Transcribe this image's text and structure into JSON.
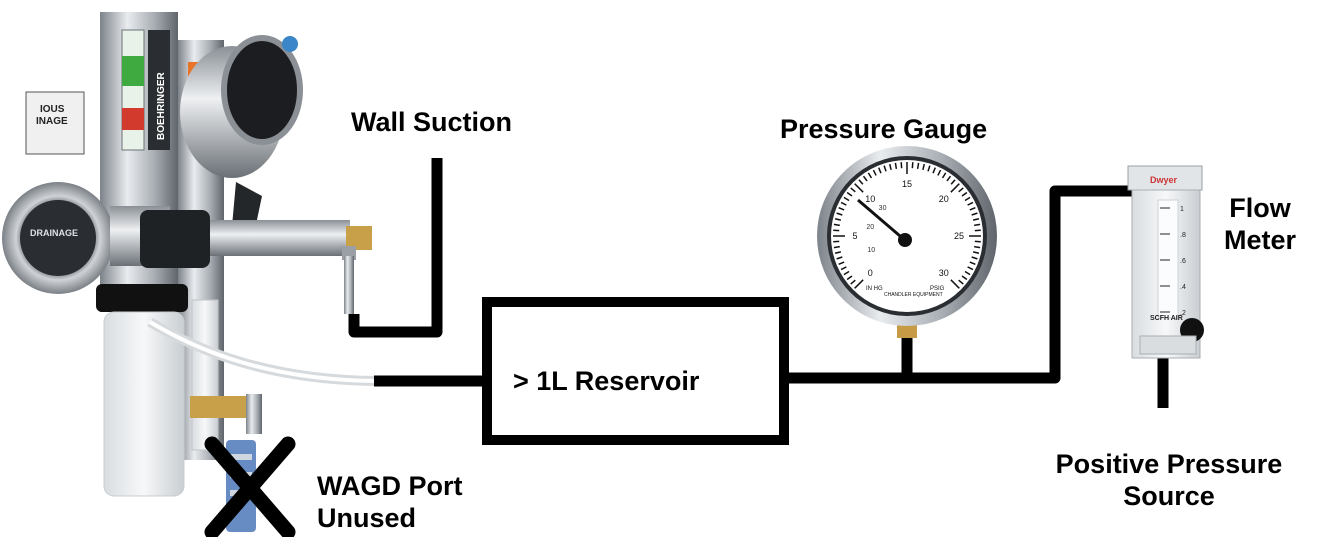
{
  "labels": {
    "wall_suction": "Wall Suction",
    "pressure_gauge": "Pressure Gauge",
    "flow_meter_1": "Flow",
    "flow_meter_2": "Meter",
    "reservoir": "> 1L Reservoir",
    "positive_1": "Positive Pressure",
    "positive_2": "Source",
    "wagd_1": "WAGD Port",
    "wagd_2": "Unused"
  },
  "device_text": {
    "brand": "BOEHRINGER",
    "side_1": "IOUS",
    "side_2": "INAGE",
    "knob_label": "DRAINAGE"
  },
  "gauge": {
    "ticks": [
      "0",
      "5",
      "10",
      "15",
      "20",
      "25",
      "30"
    ],
    "inner_ticks": [
      "10",
      "20",
      "30"
    ],
    "unit_left": "IN HG",
    "unit_right": "PSIG",
    "maker": "CHANDLER EQUIPMENT"
  },
  "flowmeter": {
    "scale": [
      "1",
      ".8",
      ".6",
      ".4",
      ".2"
    ],
    "unit": "SCFH AIR",
    "brand": "Dwyer"
  },
  "colors": {
    "line": "#000000",
    "metal": "#b9bec4",
    "metal_dark": "#6c7278",
    "tube": "#f4f4f4"
  }
}
